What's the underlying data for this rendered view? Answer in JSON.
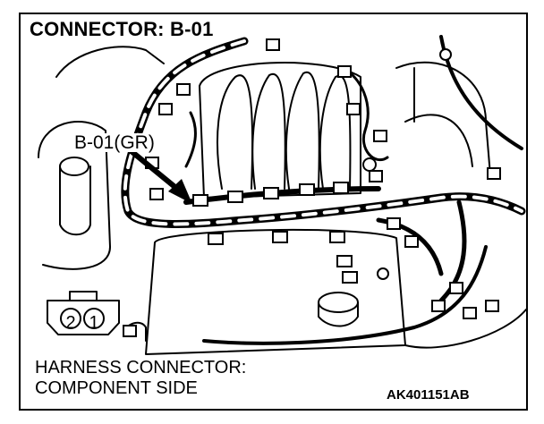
{
  "title": "CONNECTOR: B-01",
  "callout": "B-01(GR)",
  "view_caption": {
    "line1": "HARNESS CONNECTOR:",
    "line2": "COMPONENT SIDE"
  },
  "figure_id": "AK401151AB",
  "connector_pins": [
    "2",
    "1"
  ],
  "colors": {
    "line": "#000000",
    "background": "#ffffff"
  }
}
